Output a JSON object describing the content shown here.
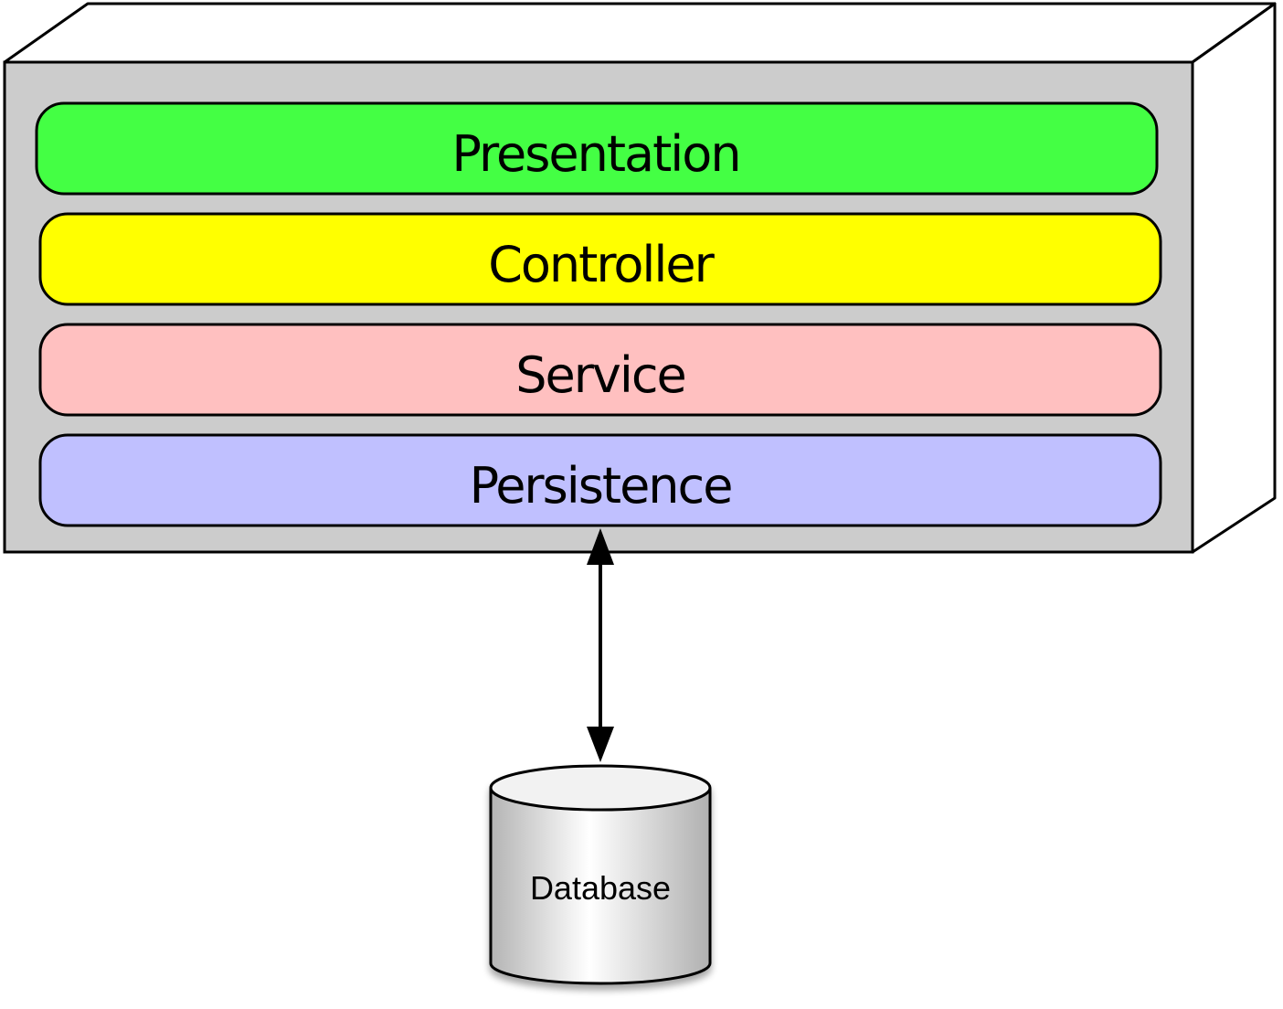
{
  "layers": [
    {
      "label": "Presentation",
      "color": "#44ff44"
    },
    {
      "label": "Controller",
      "color": "#ffff00"
    },
    {
      "label": "Service",
      "color": "#ffc0c0"
    },
    {
      "label": "Persistence",
      "color": "#c0c0ff"
    }
  ],
  "database": {
    "label": "Database"
  },
  "colors": {
    "container_front": "#cccccc",
    "container_sides": "#ffffff",
    "outline": "#000000"
  }
}
